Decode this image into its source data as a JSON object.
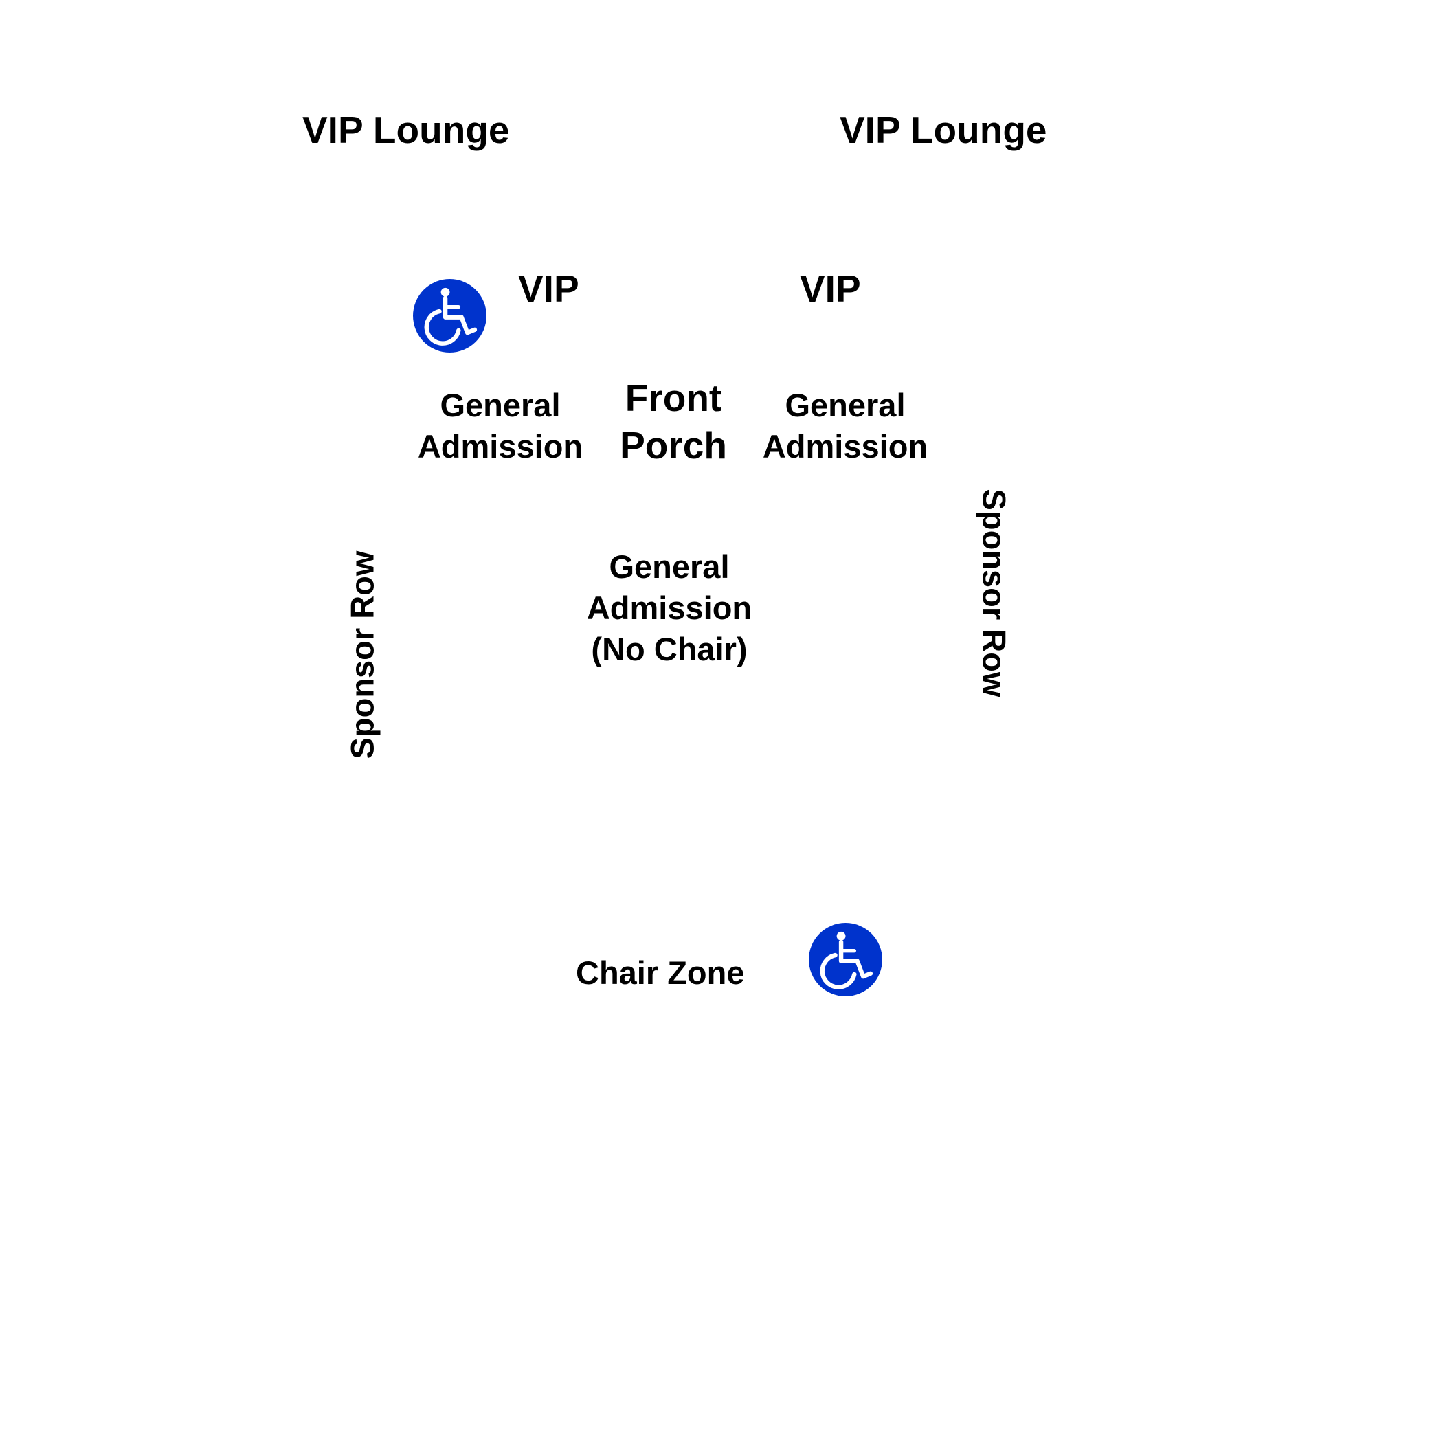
{
  "colors": {
    "background": "#ffffff",
    "text": "#000000",
    "accessible_badge": "#0033cc",
    "accessible_glyph": "#ffffff"
  },
  "zones": {
    "vip_lounge_left": "VIP Lounge",
    "vip_lounge_right": "VIP Lounge",
    "vip_left": "VIP",
    "vip_right": "VIP",
    "general_admission_left": "General\nAdmission",
    "front_porch": "Front\nPorch",
    "general_admission_right": "General\nAdmission",
    "general_admission_no_chair": "General\nAdmission\n(No Chair)",
    "sponsor_row_left": "Sponsor Row",
    "sponsor_row_right": "Sponsor Row",
    "chair_zone": "Chair Zone"
  },
  "icons": {
    "accessible_upper": "wheelchair-accessible-icon",
    "accessible_lower": "wheelchair-accessible-icon"
  }
}
